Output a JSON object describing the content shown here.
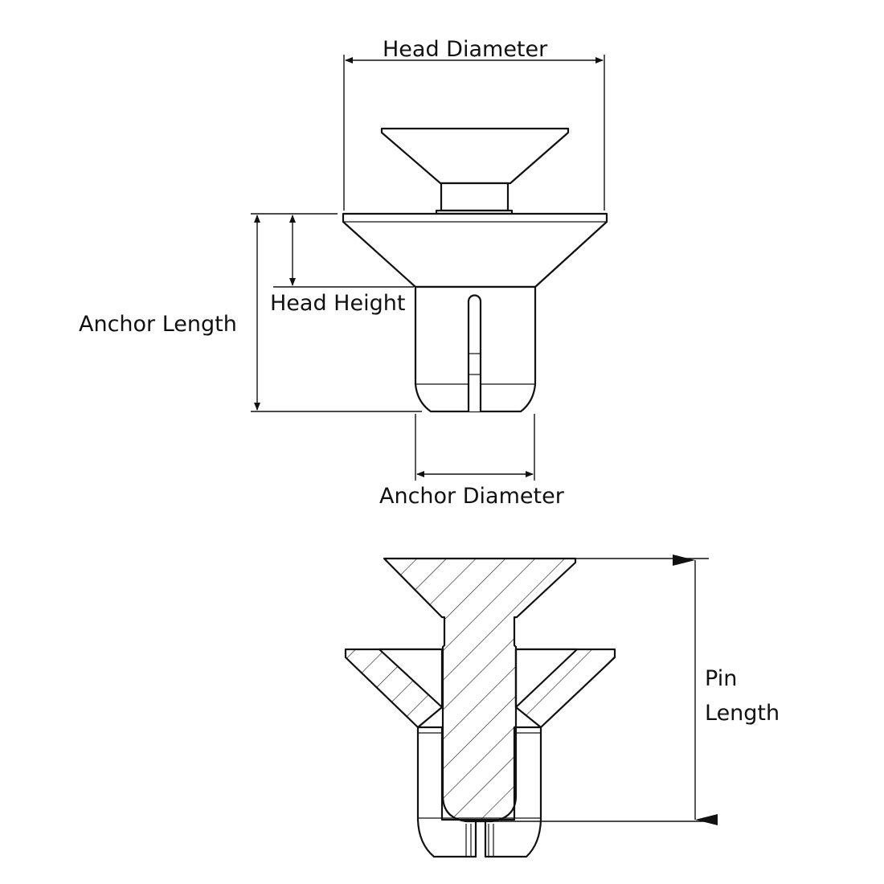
{
  "title": "Push rivet anchor dimensions",
  "labels": {
    "head_diameter": "Head Diameter",
    "head_height": "Head Height",
    "anchor_length": "Anchor Length",
    "anchor_diameter": "Anchor Diameter",
    "pin_length_line1": "Pin",
    "pin_length_line2": "Length"
  },
  "colors": {
    "line": "#111111",
    "background": "#ffffff"
  }
}
